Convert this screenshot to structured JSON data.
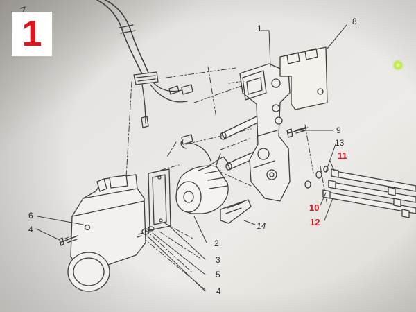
{
  "page_badge": {
    "text": "1"
  },
  "callouts": [
    {
      "id": "c1",
      "text": "1"
    },
    {
      "id": "c2",
      "text": "2"
    },
    {
      "id": "c3",
      "text": "3"
    },
    {
      "id": "c4a",
      "text": "4"
    },
    {
      "id": "c4b",
      "text": "4"
    },
    {
      "id": "c5",
      "text": "5"
    },
    {
      "id": "c6",
      "text": "6"
    },
    {
      "id": "c8",
      "text": "8"
    },
    {
      "id": "c9",
      "text": "9"
    },
    {
      "id": "c10",
      "text": "10"
    },
    {
      "id": "c11",
      "text": "11"
    },
    {
      "id": "c12",
      "text": "12"
    },
    {
      "id": "c13",
      "text": "13"
    },
    {
      "id": "c14",
      "text": "14"
    }
  ],
  "colors": {
    "background": "#d9d6d2",
    "paper": "#ecebe7",
    "ink": "#3a3a3a",
    "annotation_red": "#e0141e",
    "badge_background": "#ffffff"
  }
}
